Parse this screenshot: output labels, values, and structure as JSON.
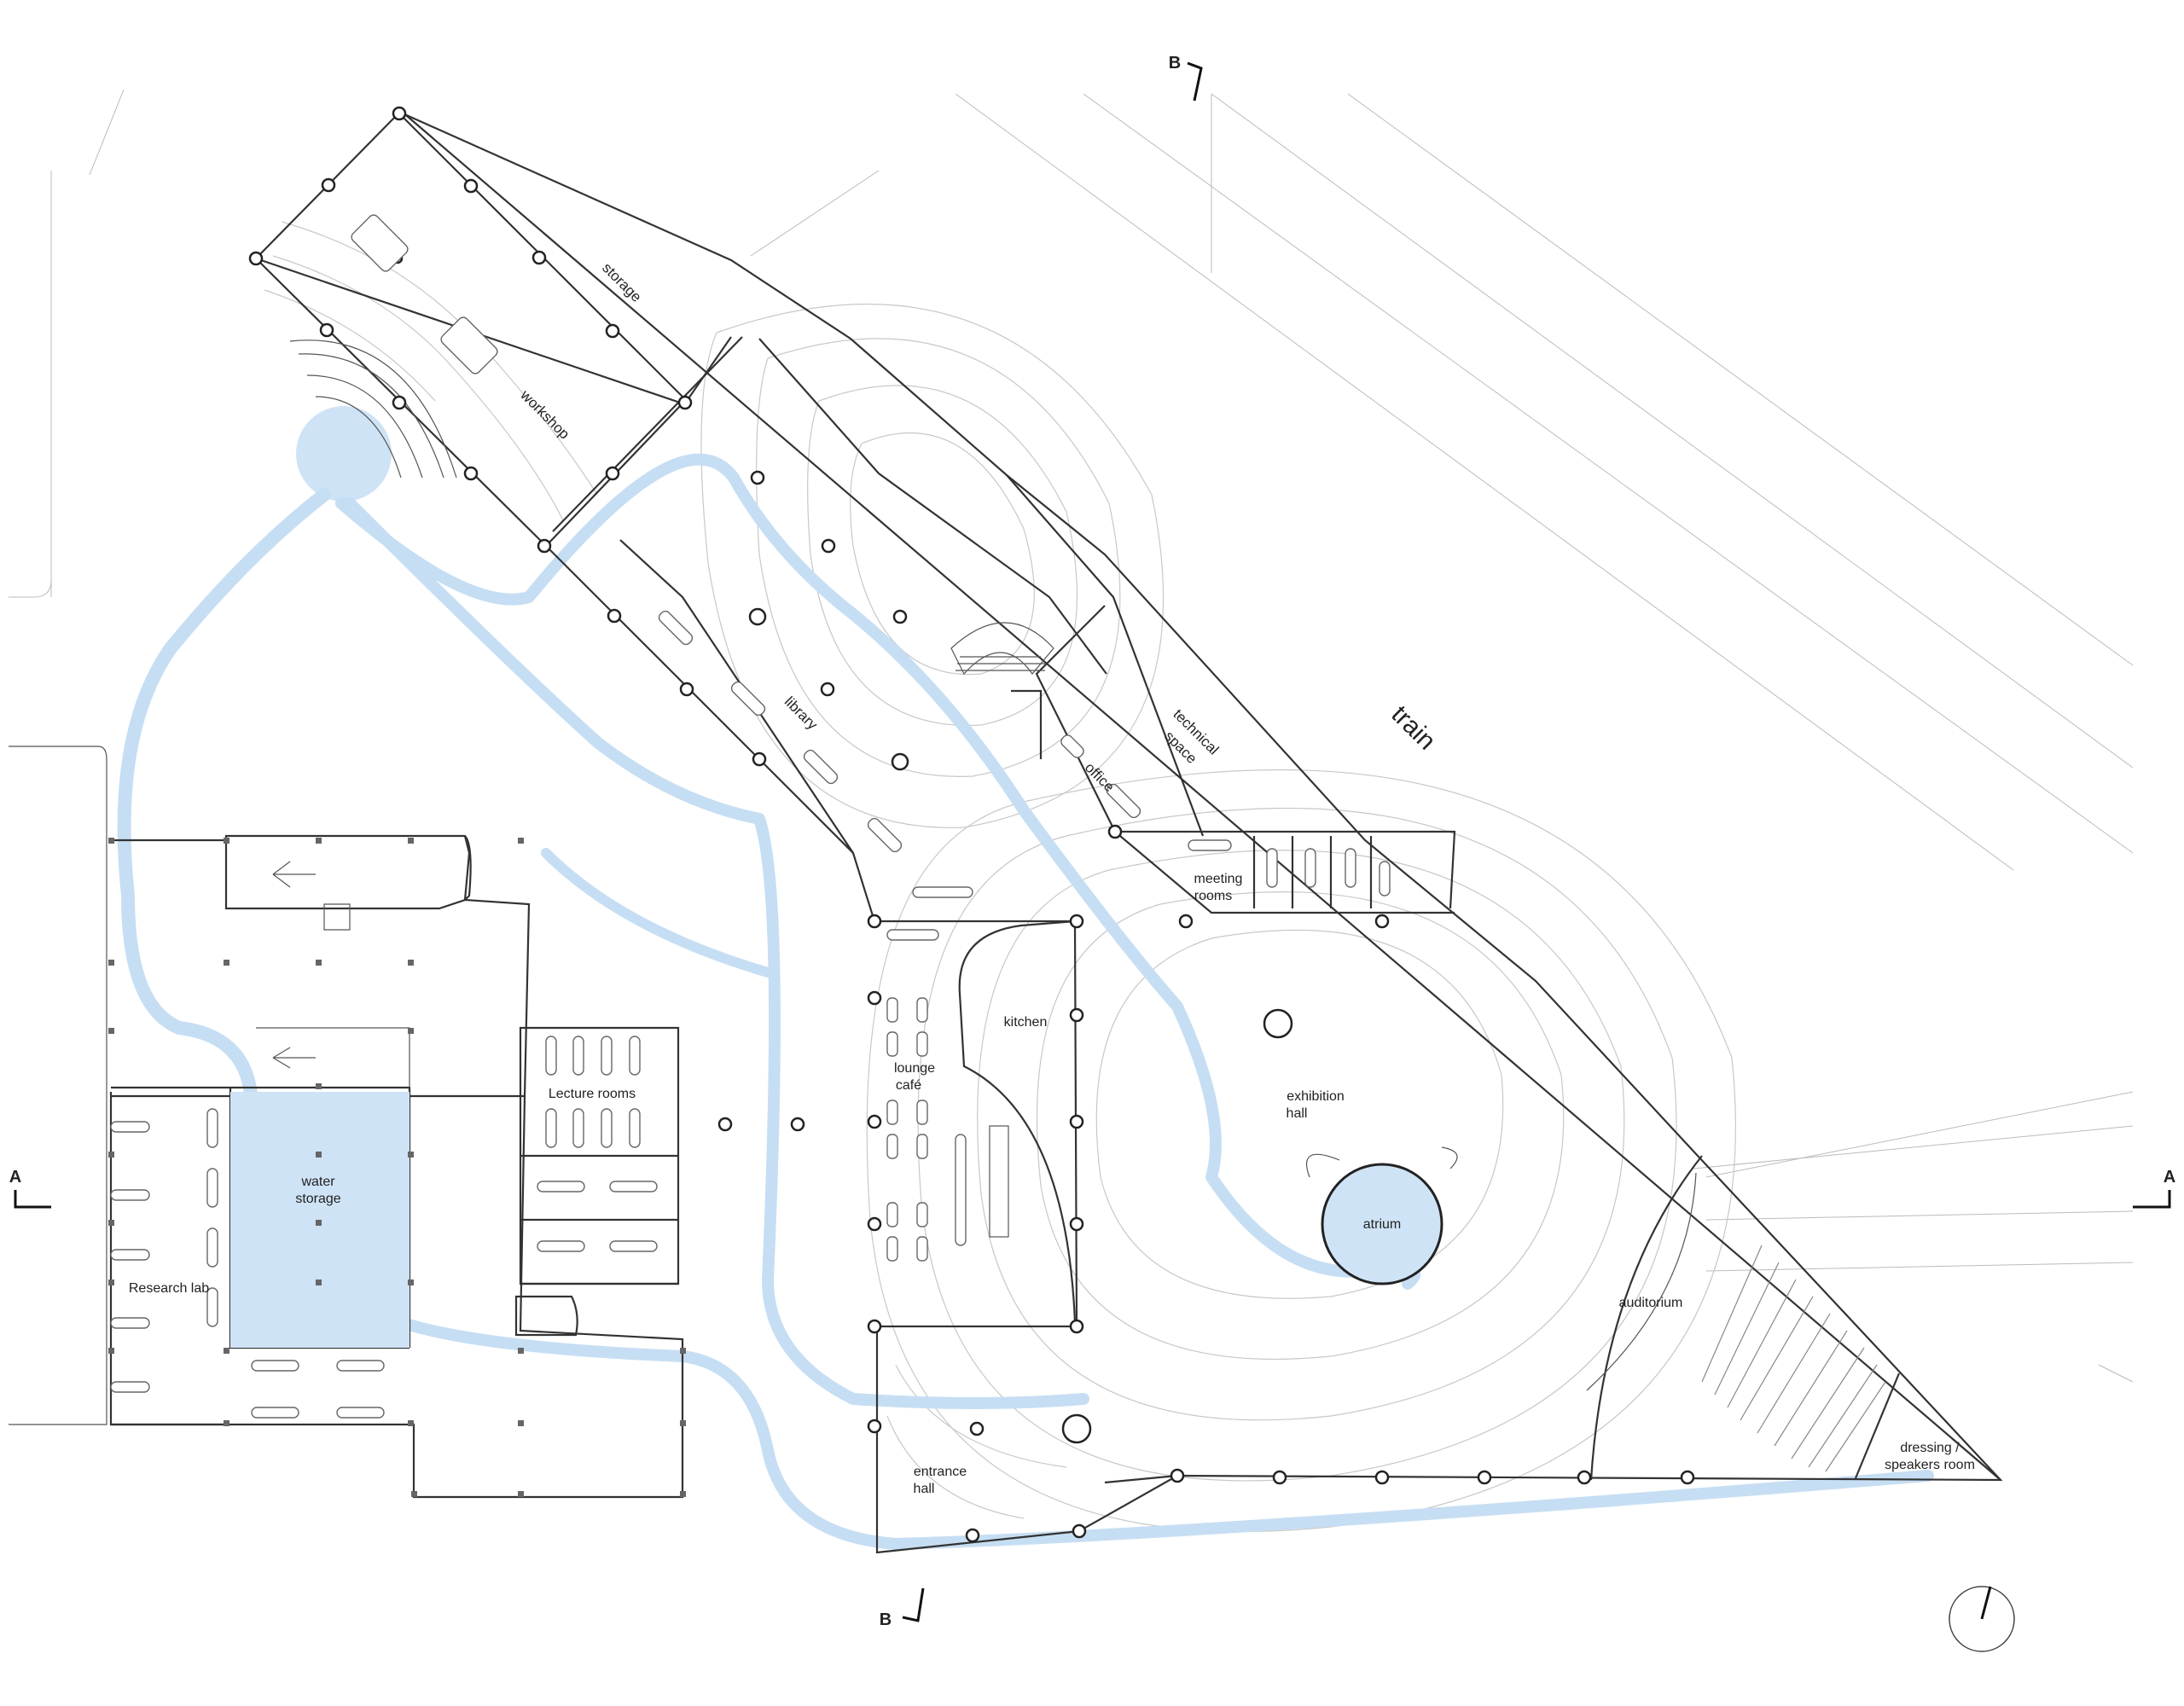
{
  "labels": {
    "storage": "storage",
    "workshop": "workshop",
    "library": "library",
    "technical_space_1": "technical",
    "technical_space_2": "space",
    "office": "office",
    "train": "train",
    "meeting_rooms_1": "meeting",
    "meeting_rooms_2": "rooms",
    "kitchen": "kitchen",
    "lounge_cafe_1": "lounge",
    "lounge_cafe_2": "café",
    "lecture_rooms": "Lecture rooms",
    "exhibition_hall_1": "exhibition",
    "exhibition_hall_2": "hall",
    "atrium": "atrium",
    "auditorium": "auditorium",
    "water_storage_1": "water",
    "water_storage_2": "storage",
    "research_lab": "Research lab",
    "entrance_hall_1": "entrance",
    "entrance_hall_2": "hall",
    "dressing_1": "dressing /",
    "dressing_2": "speakers room"
  },
  "section_markers": {
    "a_left": "A",
    "a_right": "A",
    "b_top": "B",
    "b_bottom": "B"
  },
  "colors": {
    "water": "#c6def3",
    "water_fill": "#cfe3f6",
    "lines": "#333333"
  },
  "icons": {
    "north_arrow": "north-arrow-icon",
    "section_marker": "section-marker-icon"
  }
}
